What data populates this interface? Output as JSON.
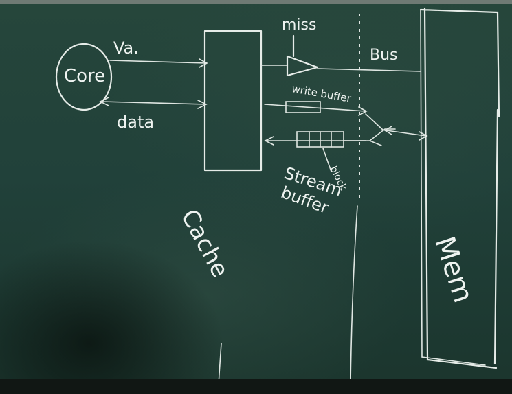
{
  "labels": {
    "core": "Core",
    "va": "Va.",
    "data": "data",
    "cache": "Cache",
    "miss": "miss",
    "bus": "Bus",
    "write_buffer": "write buffer",
    "stream": "Stream",
    "buffer": "buffer",
    "block": "block",
    "mem": "Mem"
  }
}
